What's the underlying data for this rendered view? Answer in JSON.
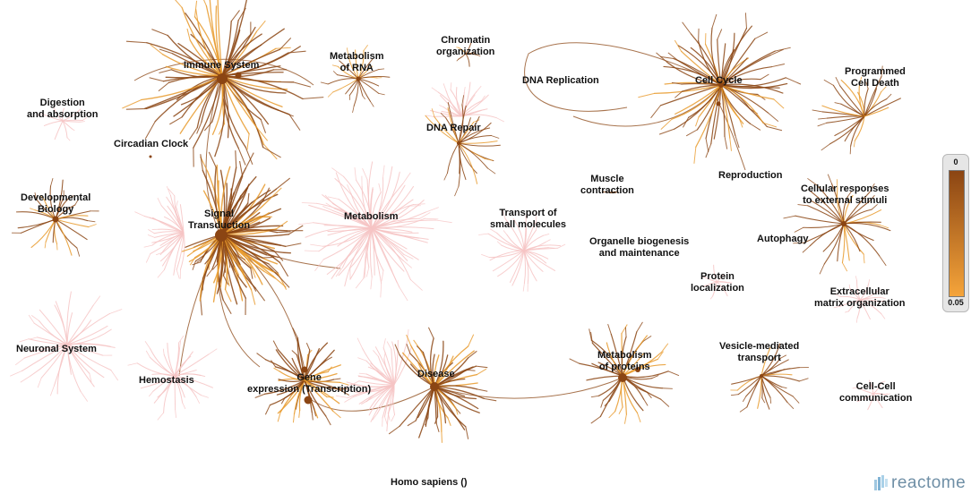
{
  "diagram": {
    "labels": {
      "immune_system": [
        "Immune System"
      ],
      "metabolism_of_rna": [
        "Metabolism",
        "of RNA"
      ],
      "chromatin_organization": [
        "Chromatin",
        "organization"
      ],
      "dna_replication": [
        "DNA Replication"
      ],
      "cell_cycle": [
        "Cell Cycle"
      ],
      "programmed_cell_death": [
        "Programmed",
        "Cell Death"
      ],
      "digestion_and_absorption": [
        "Digestion",
        "and absorption"
      ],
      "circadian_clock": [
        "Circadian Clock"
      ],
      "dna_repair": [
        "DNA Repair"
      ],
      "reproduction": [
        "Reproduction"
      ],
      "muscle_contraction": [
        "Muscle",
        "contraction"
      ],
      "cellular_responses": [
        "Cellular responses",
        "to external stimuli"
      ],
      "developmental_biology": [
        "Developmental",
        "Biology"
      ],
      "signal_transduction": [
        "Signal",
        "Transduction"
      ],
      "metabolism": [
        "Metabolism"
      ],
      "transport_small_molecules": [
        "Transport of",
        "small molecules"
      ],
      "organelle_biogenesis": [
        "Organelle biogenesis",
        "and maintenance"
      ],
      "autophagy": [
        "Autophagy"
      ],
      "protein_localization": [
        "Protein",
        "localization"
      ],
      "extracellular_matrix": [
        "Extracellular",
        "matrix organization"
      ],
      "neuronal_system": [
        "Neuronal System"
      ],
      "hemostasis": [
        "Hemostasis"
      ],
      "gene_expression": [
        "Gene",
        "expression (Transcription)"
      ],
      "disease": [
        "Disease"
      ],
      "metabolism_of_proteins": [
        "Metabolism",
        "of proteins"
      ],
      "vesicle_transport": [
        "Vesicle-mediated",
        "transport"
      ],
      "cell_cell_communication": [
        "Cell-Cell",
        "communication"
      ]
    },
    "colors": {
      "significant": "#8b4513",
      "significant_light": "#e89a2c",
      "faded": "#f6c4c4",
      "label": "#111111"
    }
  },
  "legend": {
    "top_label": "0",
    "bottom_label": "0.05",
    "gradient_top": "#8b4513",
    "gradient_bottom": "#f5a43a"
  },
  "footer": {
    "species": "Homo sapiens ()"
  },
  "brand": {
    "name": "reactome",
    "icon": "reactome-logo-icon",
    "color": "#6f8fa6"
  }
}
